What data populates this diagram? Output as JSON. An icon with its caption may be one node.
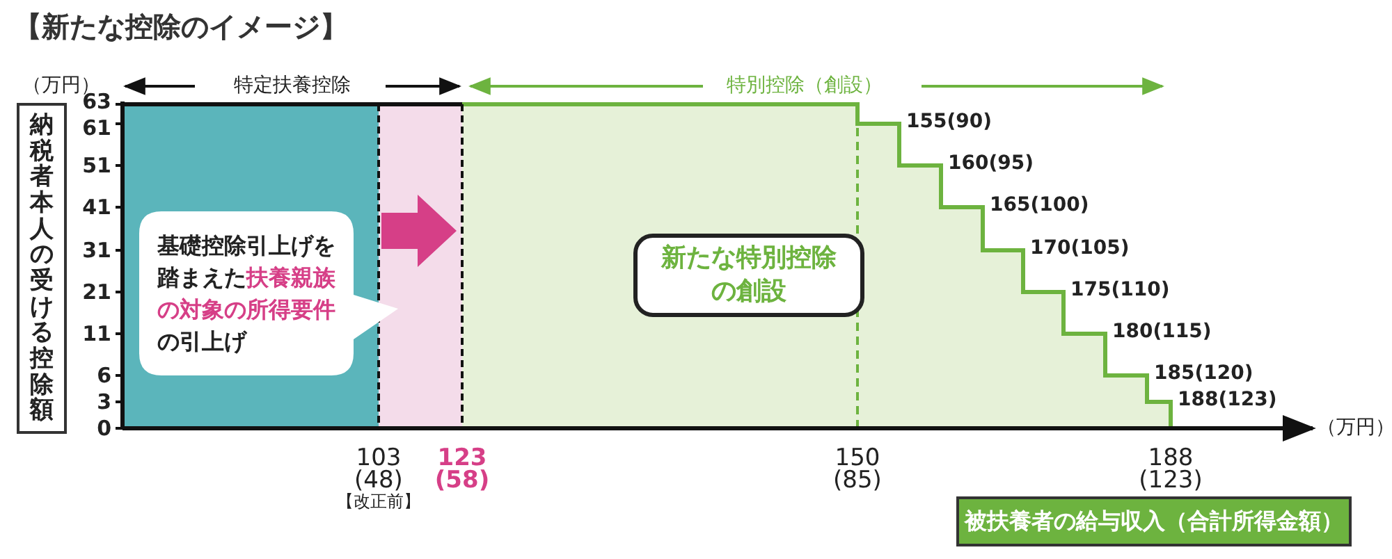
{
  "diagram": {
    "title": "【新たな控除のイメージ】",
    "nodes": [
      {
        "text": [
          "納税者本人の受ける控除額"
        ]
      },
      {
        "text": [
          "基礎控除引上げを踏まえた**扶養親族の対象の所得要件**の引上げ"
        ]
      },
      {
        "text": [
          "新たな特別控除の創設"
        ]
      },
      {
        "text": [
          "被扶養者の給与収入（合計所得金額）"
        ]
      }
    ],
    "edges": [],
    "labels": [
      "（万円）",
      "特定扶養控除",
      "特別控除（創設）",
      "63",
      "61",
      "51",
      "41",
      "31",
      "21",
      "11",
      "6",
      "3",
      "0",
      "155(90)",
      "160(95)",
      "165(100)",
      "170(105)",
      "175(110)",
      "180(115)",
      "185(120)",
      "188(123)",
      "（万円）",
      "103",
      "(48)",
      "【改正前】",
      "123",
      "(58)",
      "150",
      "(85)",
      "188",
      "(123)"
    ]
  }
}
